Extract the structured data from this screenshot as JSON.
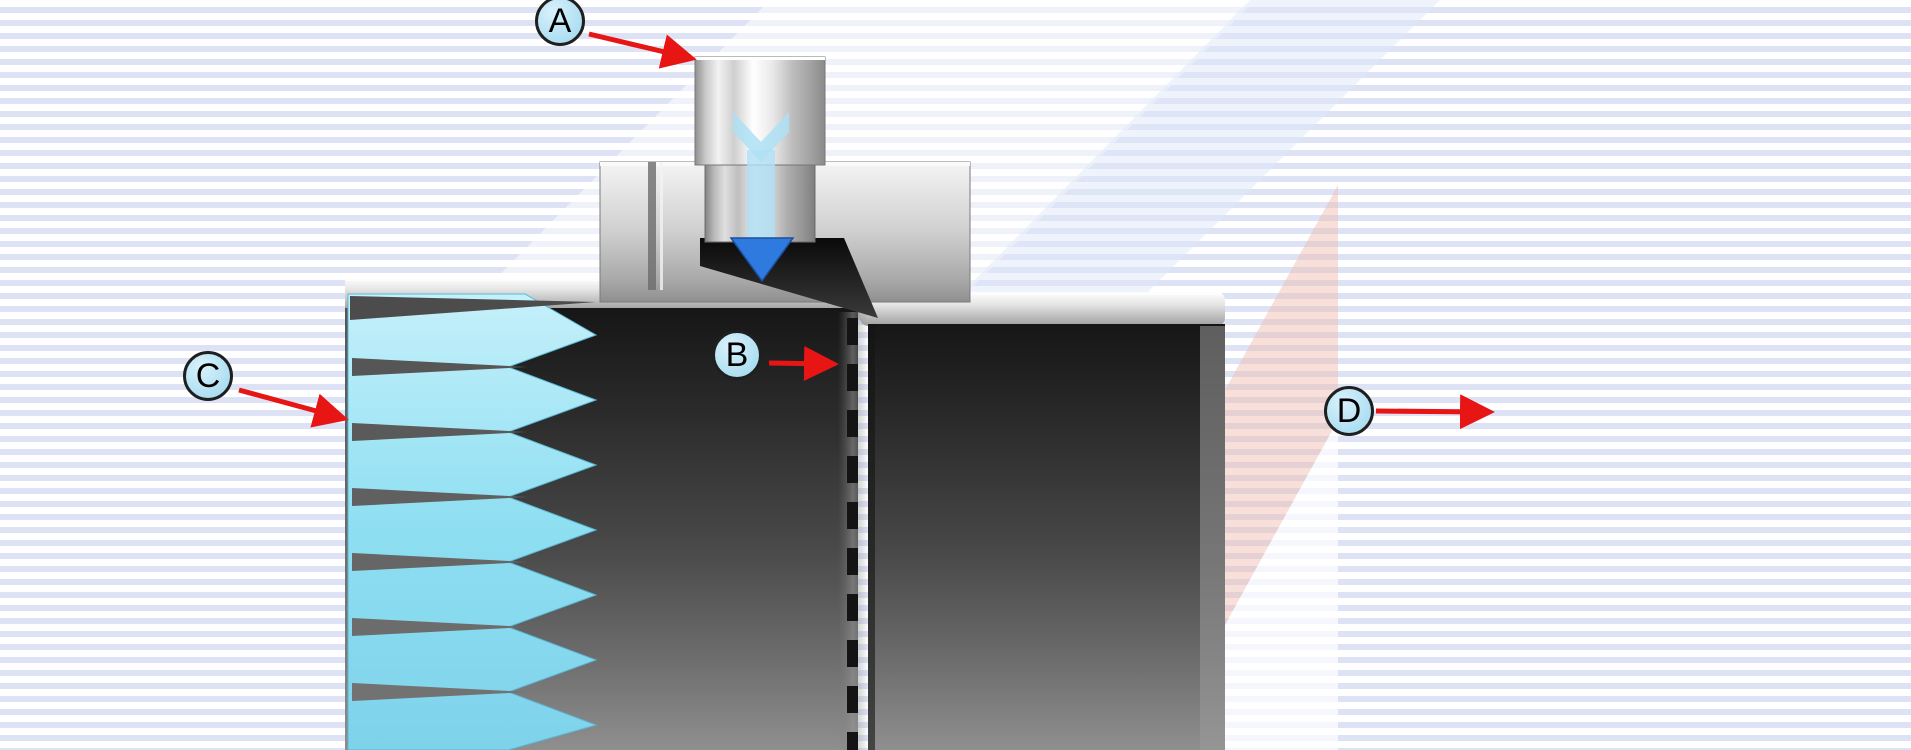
{
  "diagram": {
    "type": "technical-cross-section",
    "callouts": [
      {
        "id": "a",
        "letter": "A"
      },
      {
        "id": "b",
        "letter": "B"
      },
      {
        "id": "c",
        "letter": "C"
      },
      {
        "id": "d",
        "letter": "D"
      }
    ],
    "colors": {
      "callout_fill": "#aedff2",
      "callout_border": "#1f1f1f",
      "arrow_red": "#e81515",
      "thread_cyan": "#8fdef2",
      "flow_arrow_blue": "#aee0f5",
      "flow_arrowhead_blue": "#2e7ade",
      "stripe_blue": "#dde3f4",
      "metal_dark": "#2c2c2c",
      "metal_light": "#e6e6e6",
      "overlay_pink": "#f0b8ac"
    }
  }
}
